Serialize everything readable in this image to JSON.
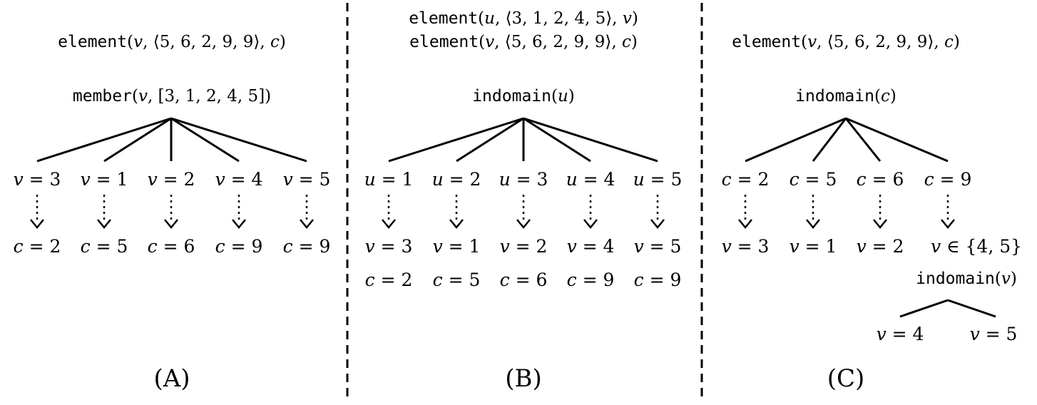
{
  "panels": {
    "a": {
      "constraint_line1": "element(v, ⟨5, 6, 2, 9, 9⟩, c)",
      "branch_node": "member(v, [3, 1, 2, 4, 5])",
      "branch_labels": [
        "v = 3",
        "v = 1",
        "v = 2",
        "v = 4",
        "v = 5"
      ],
      "propagated_row1": [
        "c = 2",
        "c = 5",
        "c = 6",
        "c = 9",
        "c = 9"
      ],
      "caption": "(A)"
    },
    "b": {
      "constraint_line1": "element(u, ⟨3, 1, 2, 4, 5⟩, v)",
      "constraint_line2": "element(v, ⟨5, 6, 2, 9, 9⟩, c)",
      "branch_node": "indomain(u)",
      "branch_labels": [
        "u = 1",
        "u = 2",
        "u = 3",
        "u = 4",
        "u = 5"
      ],
      "propagated_row1": [
        "v = 3",
        "v = 1",
        "v = 2",
        "v = 4",
        "v = 5"
      ],
      "propagated_row2": [
        "c = 2",
        "c = 5",
        "c = 6",
        "c = 9",
        "c = 9"
      ],
      "caption": "(B)"
    },
    "c": {
      "constraint_line1": "element(v, ⟨5, 6, 2, 9, 9⟩, c)",
      "branch_node": "indomain(c)",
      "branch_labels": [
        "c = 2",
        "c = 5",
        "c = 6",
        "c = 9"
      ],
      "propagated_row1": [
        "v = 3",
        "v = 1",
        "v = 2",
        "v ∈ {4, 5}"
      ],
      "sub_branch_node": "indomain(v)",
      "sub_branch_labels": [
        "v = 4",
        "v = 5"
      ],
      "caption": "(C)"
    }
  },
  "colors": {
    "ink": "#000000",
    "background": "#ffffff"
  }
}
